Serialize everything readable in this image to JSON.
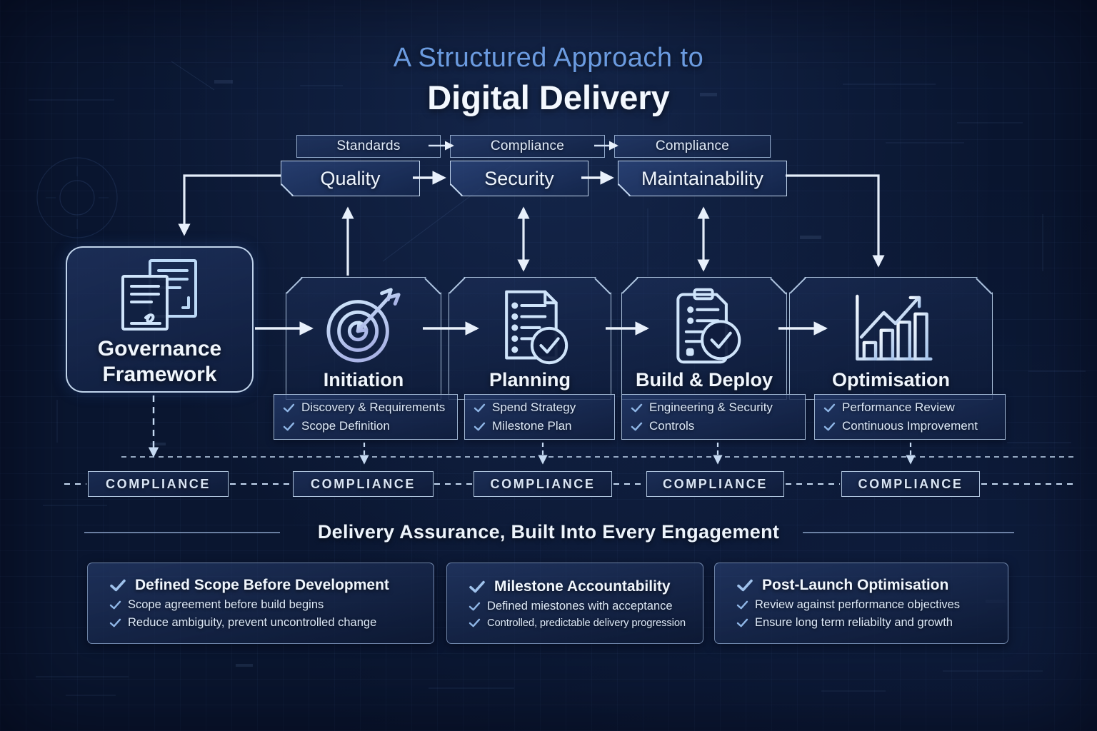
{
  "title": {
    "line1": "A Structured Approach to",
    "line2": "Digital Delivery"
  },
  "pillar_chain": {
    "tags": [
      "Standards",
      "Compliance",
      "Compliance"
    ],
    "pillars": [
      "Quality",
      "Security",
      "Maintainability"
    ]
  },
  "governance": {
    "label_line1": "Governance",
    "label_line2": "Framework",
    "icon": "documents-certificate-icon"
  },
  "stages": [
    {
      "label": "Initiation",
      "icon": "target-dart-icon",
      "bullets": [
        "Discovery & Requirements",
        "Scope Definition"
      ]
    },
    {
      "label": "Planning",
      "icon": "document-checklist-check-icon",
      "bullets": [
        "Spend Strategy",
        "Milestone Plan"
      ]
    },
    {
      "label": "Build & Deploy",
      "icon": "clipboard-check-icon",
      "bullets": [
        "Engineering & Security",
        "Controls"
      ]
    },
    {
      "label": "Optimisation",
      "icon": "growth-bar-chart-icon",
      "bullets": [
        "Performance Review",
        "Continuous Improvement"
      ]
    }
  ],
  "compliance_row": {
    "labels": [
      "COMPLIANCE",
      "COMPLIANCE",
      "COMPLIANCE",
      "COMPLIANCE",
      "COMPLIANCE"
    ]
  },
  "assurance": {
    "heading": "Delivery Assurance, Built Into Every Engagement",
    "cards": [
      {
        "title": "Defined Scope Before Development",
        "bullets": [
          "Scope agreement before build begins",
          "Reduce ambiguity, prevent uncontrolled change"
        ]
      },
      {
        "title": "Milestone Accountability",
        "bullets": [
          "Defined miestones with acceptance",
          "Controlled, predictable delivery progression"
        ]
      },
      {
        "title": "Post-Launch Optimisation",
        "bullets": [
          "Review against performance objectives",
          "Ensure long term reliabilty and growth"
        ]
      }
    ]
  },
  "colors": {
    "background_navy": "#0a1630",
    "accent_blue": "#6b9be0",
    "box_border_light": "#cde2fa",
    "check_blue": "#8fb6e6",
    "text_white": "#eef5fd",
    "dart_gradient_end": "#b7a6e8"
  }
}
